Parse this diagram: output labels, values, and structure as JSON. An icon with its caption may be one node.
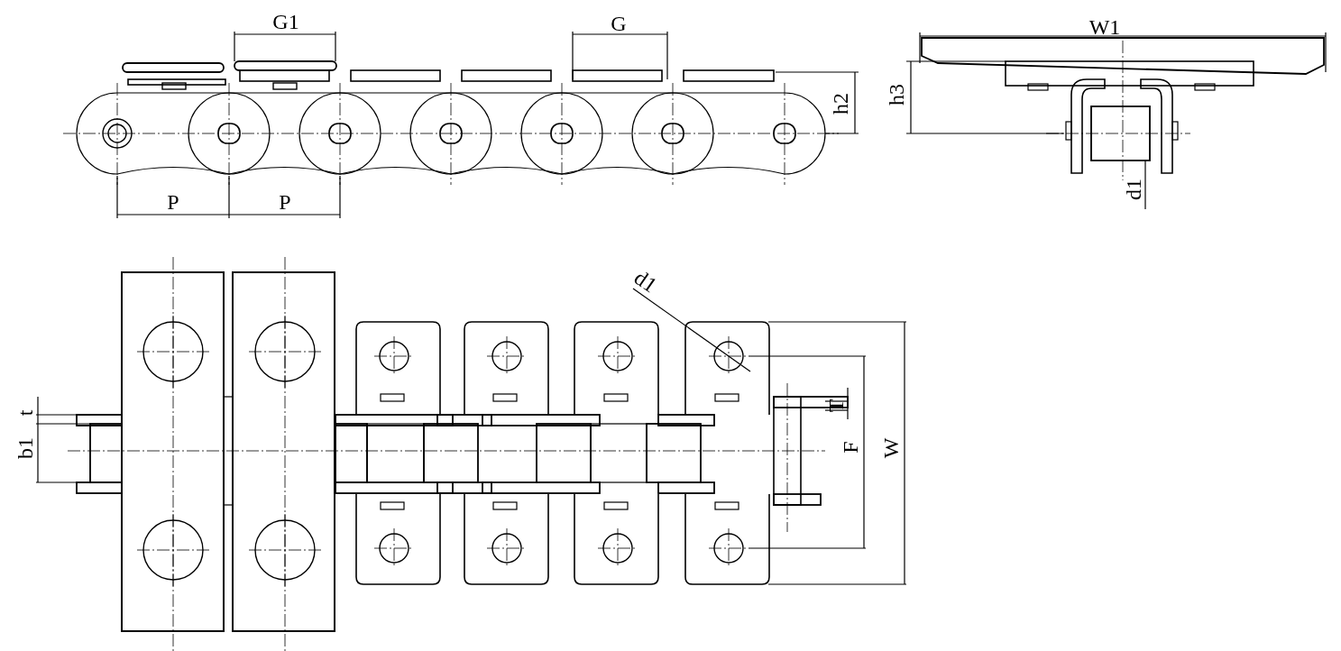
{
  "diagram": {
    "labels": [
      "G1",
      "G",
      "W1",
      "h3",
      "h2",
      "d1",
      "P",
      "P",
      "d1",
      "t",
      "T",
      "b1",
      "F",
      "W"
    ]
  }
}
